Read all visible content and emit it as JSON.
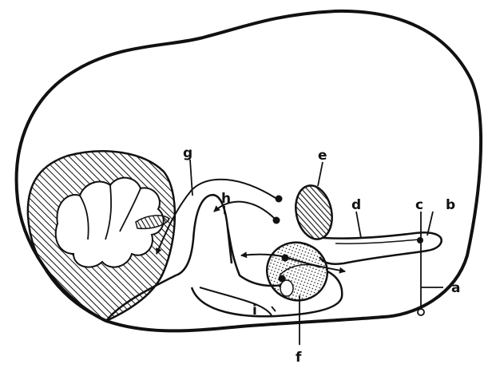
{
  "figure": {
    "labels": {
      "a": "a",
      "b": "b",
      "c": "c",
      "d": "d",
      "e": "e",
      "f": "f",
      "g": "g",
      "h": "h",
      "i": "i"
    },
    "colors": {
      "ink": "#111111",
      "paper": "#ffffff"
    }
  }
}
